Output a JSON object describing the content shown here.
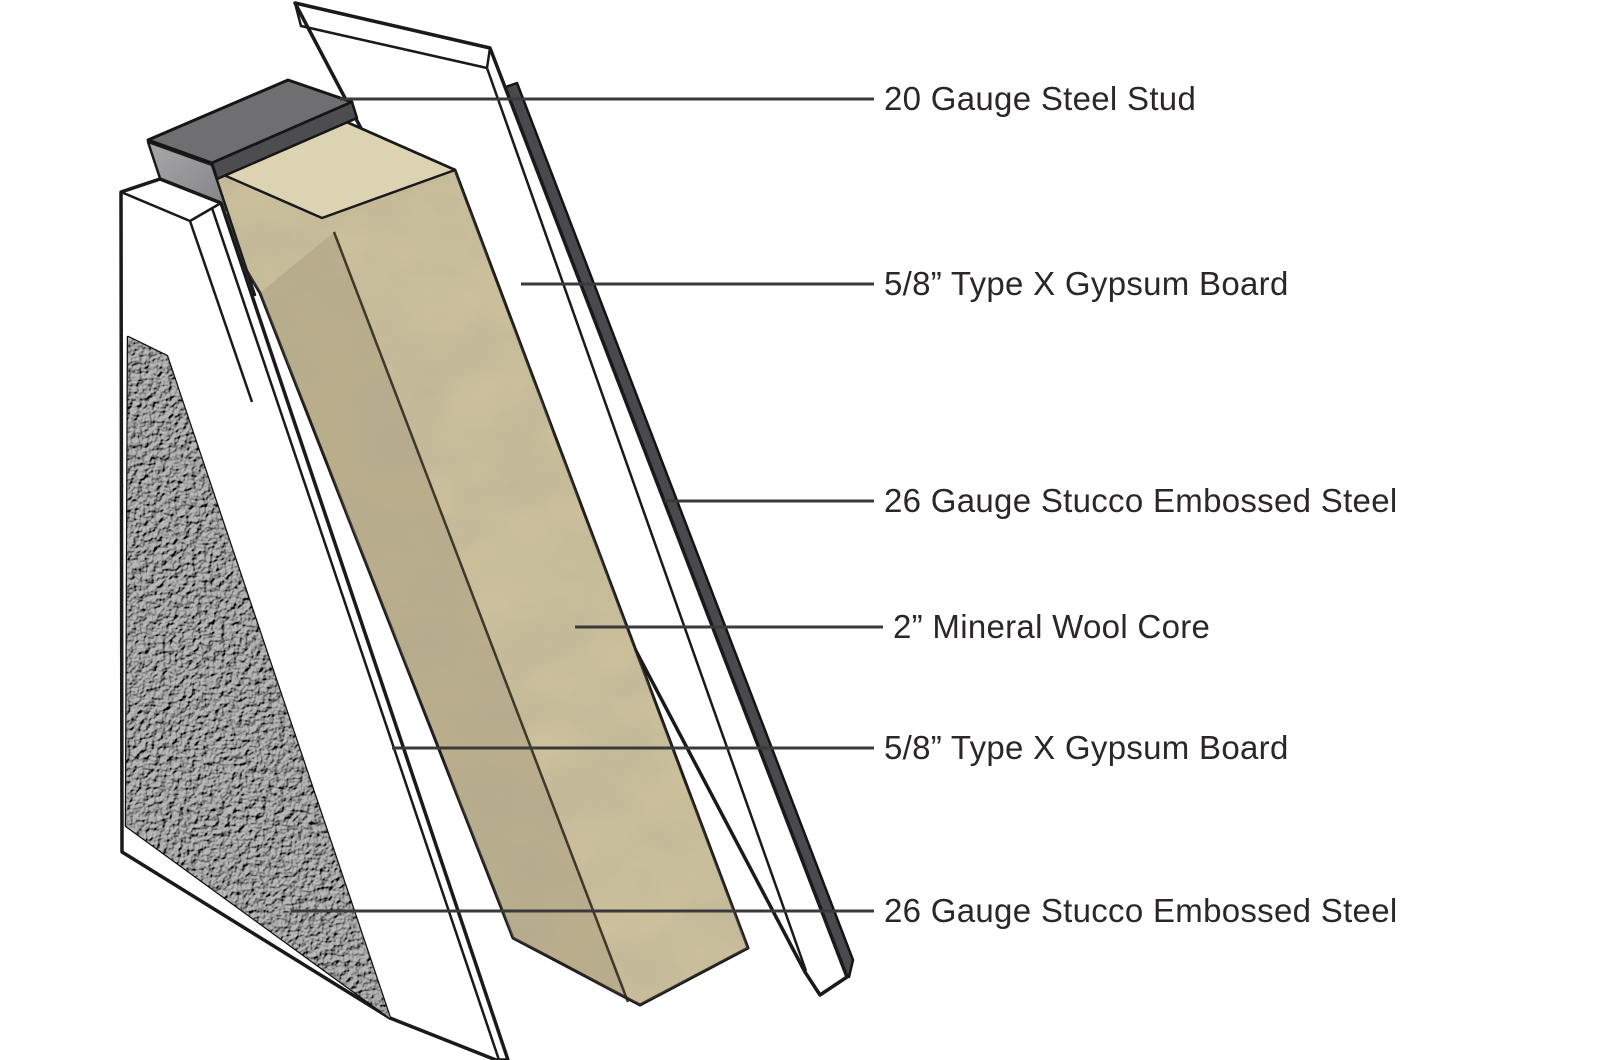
{
  "figure": {
    "type": "wall-panel-cutaway-diagram",
    "labels": [
      {
        "text": "20 Gauge Steel Stud"
      },
      {
        "text": "5/8” Type X Gypsum Board"
      },
      {
        "text": "26 Gauge Stucco Embossed Steel"
      },
      {
        "text": "2” Mineral Wool Core"
      },
      {
        "text": "5/8” Type X Gypsum Board"
      },
      {
        "text": "26 Gauge Stucco Embossed Steel"
      }
    ],
    "materials": {
      "panel_white": "#ffffff",
      "mineral_wool": "#cdc19c",
      "mineral_wool_top": "#dcd3b2",
      "stucco_steel_dark": "#2e2e30",
      "back_steel_sheet": "#4a4a4e",
      "stud_gray_top": "#6f6f72",
      "stud_gray_lip": "#4d4d50",
      "outline": "#1a1a1a",
      "leader_line": "#3a3a3a",
      "label_text": "#2b2728"
    }
  }
}
